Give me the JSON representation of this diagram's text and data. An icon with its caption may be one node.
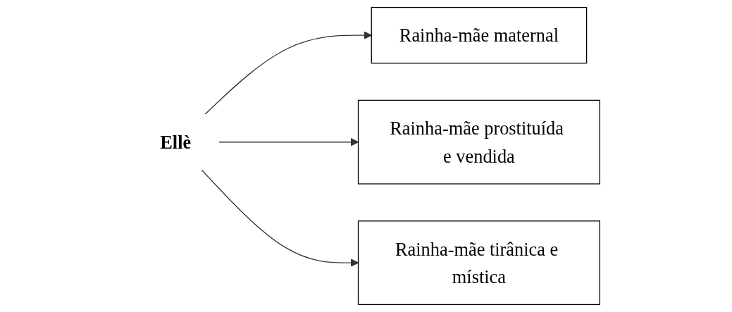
{
  "diagram": {
    "nodes": [
      {
        "text": [
          "Ellè"
        ]
      },
      {
        "text": [
          "Rainha-mãe maternal"
        ]
      },
      {
        "text": [
          "Rainha-mãe prostituída e vendida"
        ]
      },
      {
        "text": [
          "Rainha-mãe tirânica e mística"
        ]
      }
    ],
    "edges": [
      {
        "from": 0,
        "to": 1,
        "arrow": "to"
      },
      {
        "from": 0,
        "to": 2,
        "arrow": "to"
      },
      {
        "from": 0,
        "to": 3,
        "arrow": "to"
      }
    ]
  }
}
